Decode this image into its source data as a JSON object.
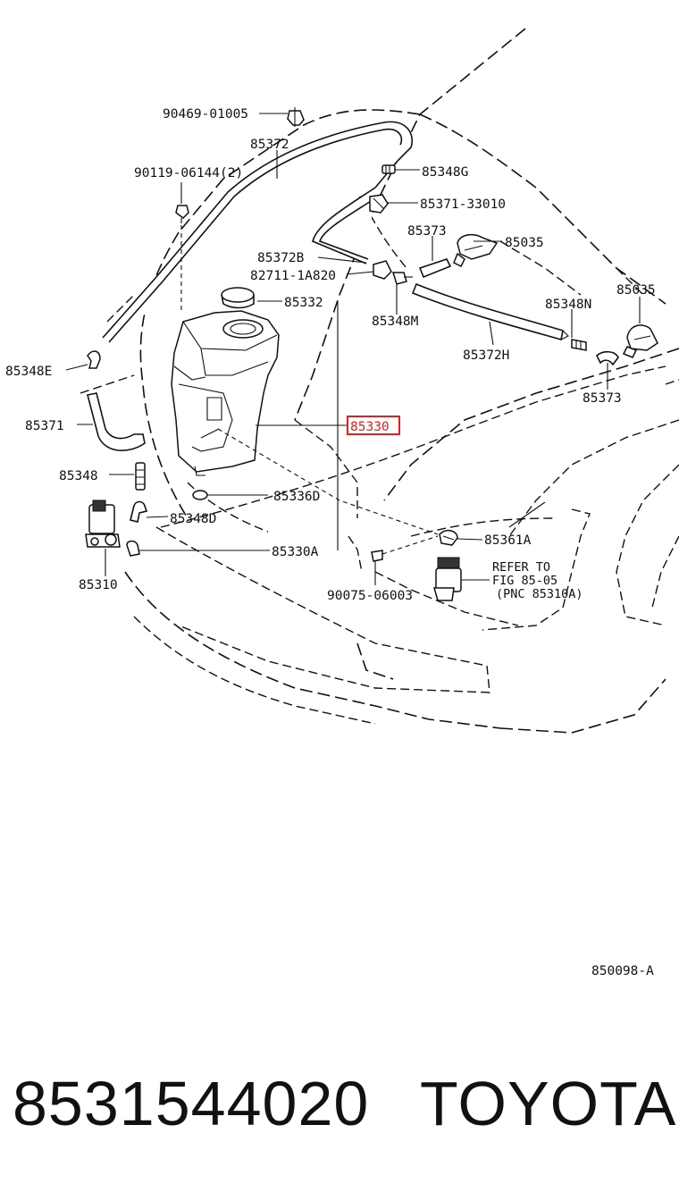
{
  "diagram": {
    "labels": {
      "p90469": "90469-01005",
      "p85372": "85372",
      "p90119": "90119-06144(2)",
      "p85348G": "85348G",
      "p85371_33010": "85371-33010",
      "p85373_top": "85373",
      "p85035_top": "85035",
      "p85372B": "85372B",
      "p82711": "82711-1A820",
      "p85035_right": "85035",
      "p85332": "85332",
      "p85348N": "85348N",
      "p85348M": "85348M",
      "p85372H": "85372H",
      "p85348E": "85348E",
      "p85373_right": "85373",
      "p85371": "85371",
      "p85330": "85330",
      "p85348": "85348",
      "p85336D": "85336D",
      "p85348D": "85348D",
      "p85361A": "85361A",
      "p85330A": "85330A",
      "p85310": "85310",
      "p90075": "90075-06003",
      "refer_line1": "REFER TO",
      "refer_line2": "FIG 85-05",
      "refer_line3": "(PNC 85310A)",
      "figure_code": "850098-A"
    },
    "highlight_color": "#e02020"
  },
  "footer": {
    "part_number": "8531544020",
    "brand": "TOYOTA"
  }
}
